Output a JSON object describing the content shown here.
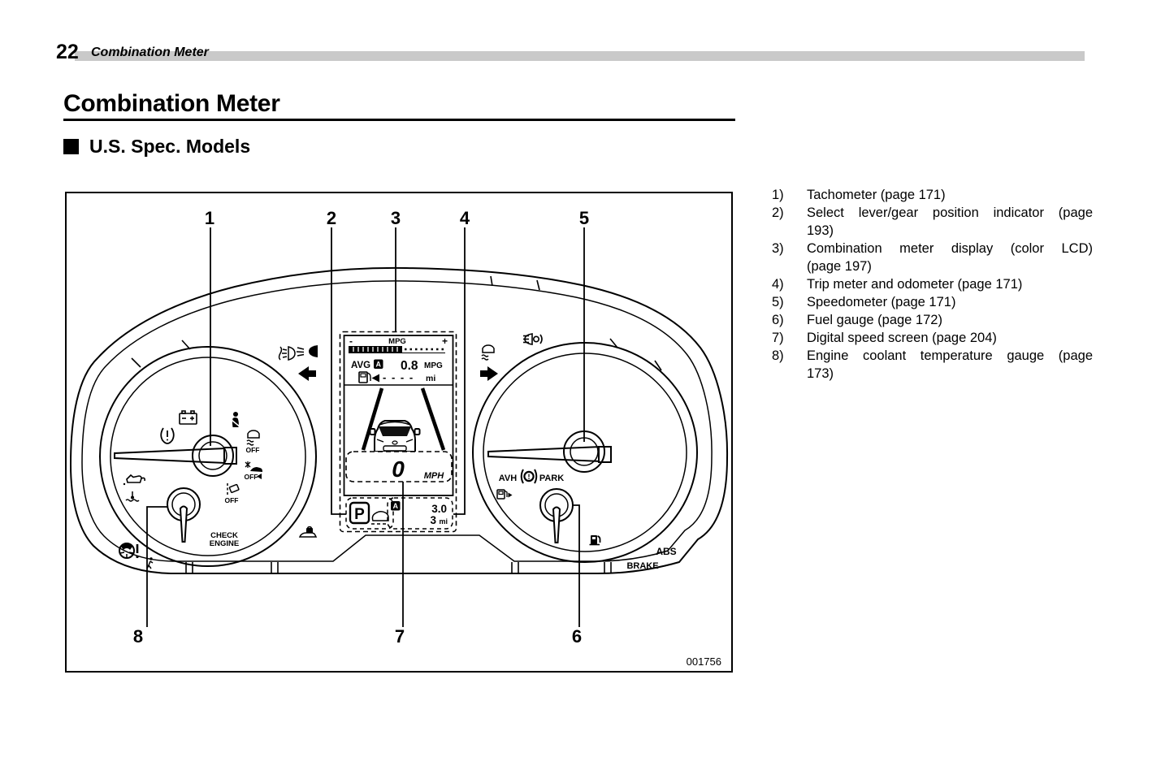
{
  "page": {
    "number": "22",
    "running_title": "Combination Meter",
    "title": "Combination Meter",
    "subtitle": "U.S. Spec. Models"
  },
  "colors": {
    "header_bar": "#c9c9c9",
    "ink": "#000000",
    "paper": "#ffffff"
  },
  "legend": {
    "items": [
      {
        "num": "1)",
        "line1": "Tachometer (page 171)",
        "line2": ""
      },
      {
        "num": "2)",
        "line1": "Select lever/gear position indicator (page",
        "line2": "193)"
      },
      {
        "num": "3)",
        "line1": "Combination meter display (color LCD)",
        "line2": "(page 197)"
      },
      {
        "num": "4)",
        "line1": "Trip meter and odometer (page 171)",
        "line2": ""
      },
      {
        "num": "5)",
        "line1": "Speedometer (page 171)",
        "line2": ""
      },
      {
        "num": "6)",
        "line1": "Fuel gauge (page 172)",
        "line2": ""
      },
      {
        "num": "7)",
        "line1": "Digital speed screen (page 204)",
        "line2": ""
      },
      {
        "num": "8)",
        "line1": "Engine coolant temperature gauge (page",
        "line2": "173)"
      }
    ]
  },
  "figure": {
    "code": "001756",
    "callouts": [
      "1",
      "2",
      "3",
      "4",
      "5",
      "6",
      "7",
      "8"
    ],
    "labels": {
      "check1": "CHECK",
      "check2": "ENGINE",
      "avh": "AVH",
      "park": "PARK",
      "abs": "ABS",
      "brake": "BRAKE",
      "vdc_off": "OFF",
      "precollision_off": "OFF",
      "lane_off": "OFF"
    },
    "lcd": {
      "mpg": "MPG",
      "minus": "-",
      "plus": "+",
      "economy_bar_filled_fraction": 0.5,
      "avg": "AVG",
      "avg_mode": "A",
      "avg_value": "0.8",
      "avg_unit": "MPG",
      "range_value": "- - - -",
      "range_unit": "mi",
      "speed": "0",
      "speed_unit": "MPH",
      "gear": "P",
      "trip_mode": "A",
      "trip_value": "3.0",
      "odo_value": "3",
      "odo_unit": "mi"
    }
  }
}
